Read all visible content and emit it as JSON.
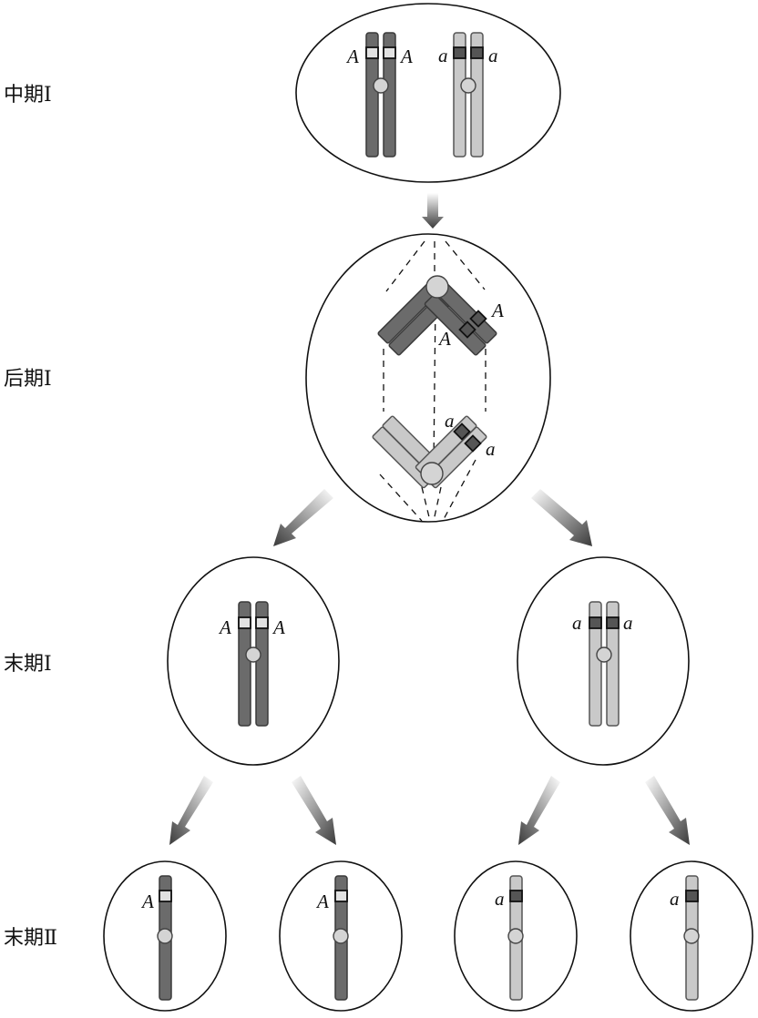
{
  "stages": {
    "metaphase1": "中期Ⅰ",
    "anaphase1": "后期Ⅰ",
    "telophase1": "末期Ⅰ",
    "telophase2": "末期Ⅱ"
  },
  "alleles": {
    "dominant": "A",
    "recessive": "a"
  },
  "colors": {
    "dark_chromosome": "#6b6b6b",
    "light_chromosome": "#c9c9c9",
    "centromere": "#d4d4d4",
    "gene_A_marker": "#e2e2e2",
    "gene_a_marker": "#555555"
  }
}
